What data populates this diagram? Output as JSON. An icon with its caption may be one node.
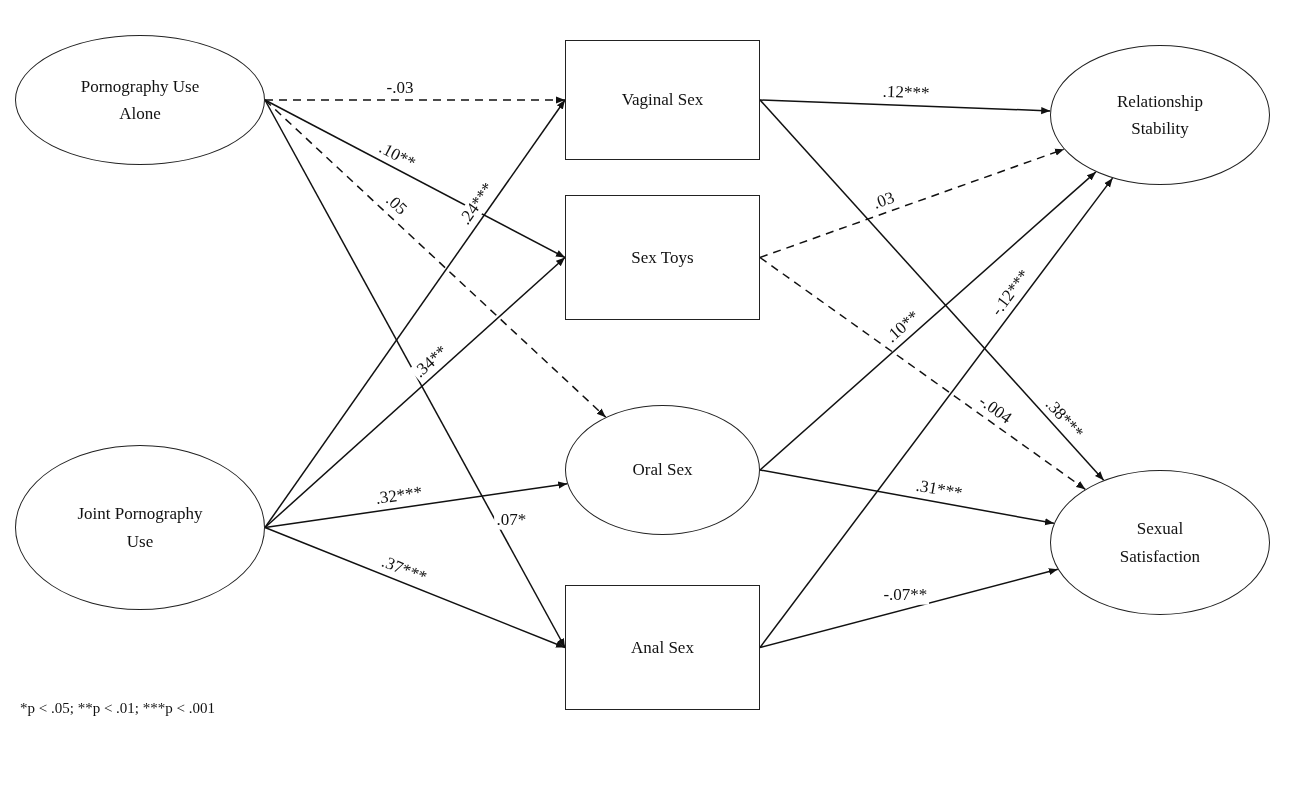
{
  "diagram": {
    "nodes": [
      {
        "text": [
          "Pornography Use Alone"
        ]
      },
      {
        "text": [
          "Joint Pornography Use"
        ]
      },
      {
        "text": [
          "Vaginal Sex"
        ]
      },
      {
        "text": [
          "Sex Toys"
        ]
      },
      {
        "text": [
          "Oral Sex"
        ]
      },
      {
        "text": [
          "Anal Sex"
        ]
      },
      {
        "text": [
          "Relationship Stability"
        ]
      },
      {
        "text": [
          "Sexual Satisfaction"
        ]
      }
    ],
    "edges": [
      {
        "from": 0,
        "to": 2,
        "arrow": "to",
        "label": "-.03",
        "style": "dashed"
      },
      {
        "from": 0,
        "to": 3,
        "arrow": "to",
        "label": ".10**"
      },
      {
        "from": 0,
        "to": 4,
        "arrow": "to",
        "label": ".05",
        "style": "dashed"
      },
      {
        "from": 0,
        "to": 5,
        "arrow": "to",
        "label": ".07*"
      },
      {
        "from": 1,
        "to": 2,
        "arrow": "to",
        "label": ".24***"
      },
      {
        "from": 1,
        "to": 3,
        "arrow": "to",
        "label": ".34**"
      },
      {
        "from": 1,
        "to": 4,
        "arrow": "to",
        "label": ".32***"
      },
      {
        "from": 1,
        "to": 5,
        "arrow": "to",
        "label": ".37***"
      },
      {
        "from": 2,
        "to": 6,
        "arrow": "to",
        "label": ".12***"
      },
      {
        "from": 2,
        "to": 7,
        "arrow": "to",
        "label": ".38***"
      },
      {
        "from": 3,
        "to": 6,
        "arrow": "to",
        "label": ".03",
        "style": "dashed"
      },
      {
        "from": 3,
        "to": 7,
        "arrow": "to",
        "label": "-.004",
        "style": "dashed"
      },
      {
        "from": 4,
        "to": 6,
        "arrow": "to",
        "label": ".10**"
      },
      {
        "from": 4,
        "to": 7,
        "arrow": "to",
        "label": ".31***"
      },
      {
        "from": 5,
        "to": 6,
        "arrow": "to",
        "label": "-.12***"
      },
      {
        "from": 5,
        "to": 7,
        "arrow": "to",
        "label": "-.07**"
      }
    ],
    "labels": [
      "*p < .05; **p < .01; ***p < .001"
    ]
  }
}
